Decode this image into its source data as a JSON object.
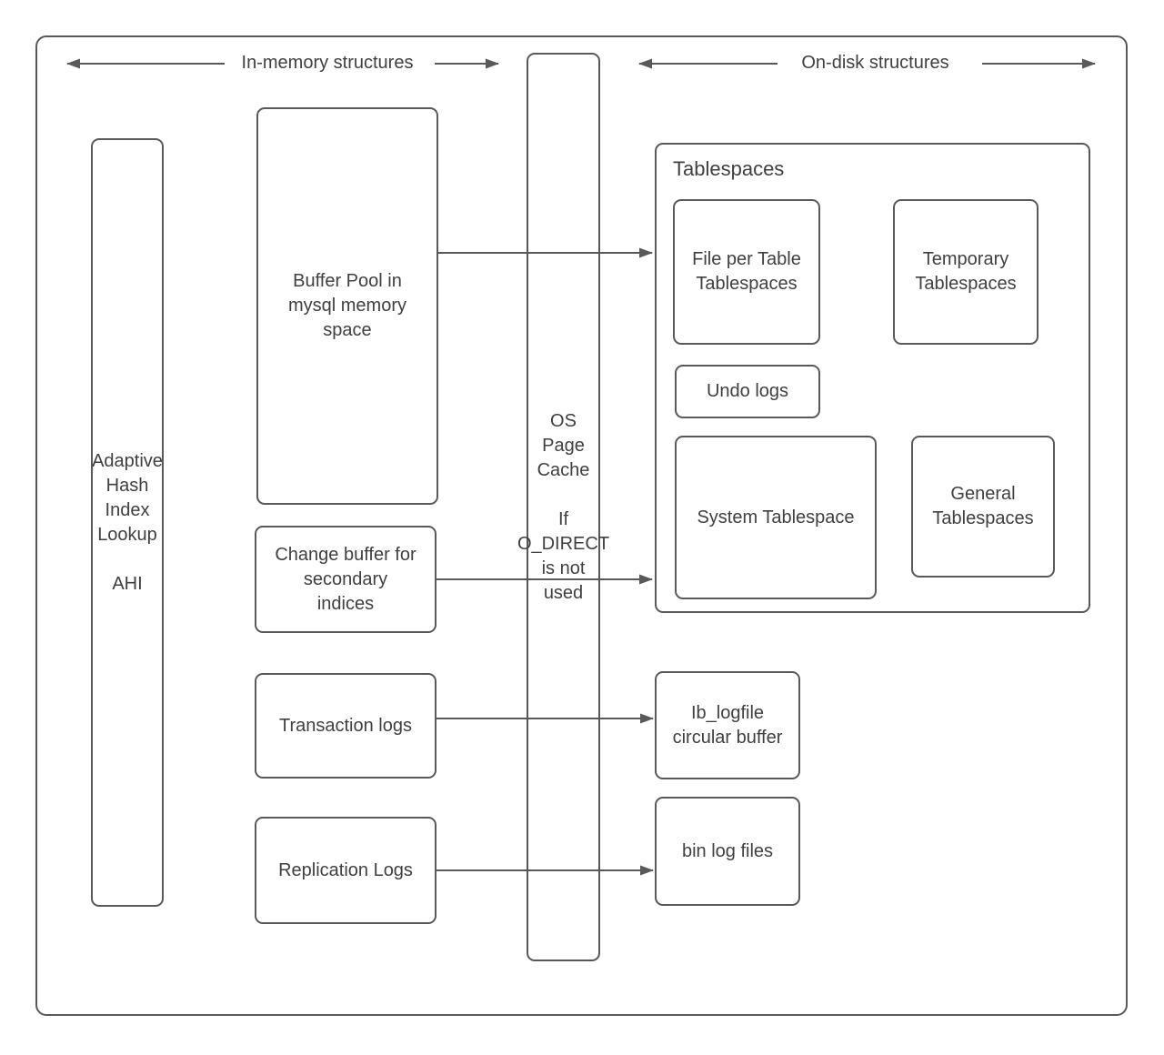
{
  "colors": {
    "stroke": "#595959",
    "text": "#404040",
    "background": "#ffffff"
  },
  "headers": {
    "in_memory": {
      "label": "In-memory structures"
    },
    "on_disk": {
      "label": "On-disk structures"
    }
  },
  "in_memory": {
    "adaptive_hash": {
      "lines": [
        "Adaptive",
        "Hash",
        "Index",
        "Lookup",
        "",
        "AHI"
      ]
    },
    "buffer_pool": {
      "lines": [
        "Buffer Pool in",
        "mysql memory",
        "space"
      ]
    },
    "change_buffer": {
      "lines": [
        "Change buffer for",
        "secondary",
        "indices"
      ]
    },
    "transaction_logs": {
      "label": "Transaction logs"
    },
    "replication_logs": {
      "label": "Replication Logs"
    }
  },
  "os_page_cache": {
    "lines": [
      "OS",
      "Page",
      "Cache",
      "",
      "If",
      "O_DIRECT",
      "is not",
      "used"
    ]
  },
  "on_disk": {
    "tablespaces": {
      "title": "Tablespaces",
      "file_per_table": {
        "lines": [
          "File per Table",
          "Tablespaces"
        ]
      },
      "temporary": {
        "lines": [
          "Temporary",
          "Tablespaces"
        ]
      },
      "undo_logs": {
        "label": "Undo logs"
      },
      "system_tablespace": {
        "label": "System Tablespace"
      },
      "general": {
        "lines": [
          "General",
          "Tablespaces"
        ]
      }
    },
    "ib_logfile": {
      "lines": [
        "Ib_logfile",
        "circular buffer"
      ]
    },
    "bin_log_files": {
      "label": "bin log files"
    }
  }
}
